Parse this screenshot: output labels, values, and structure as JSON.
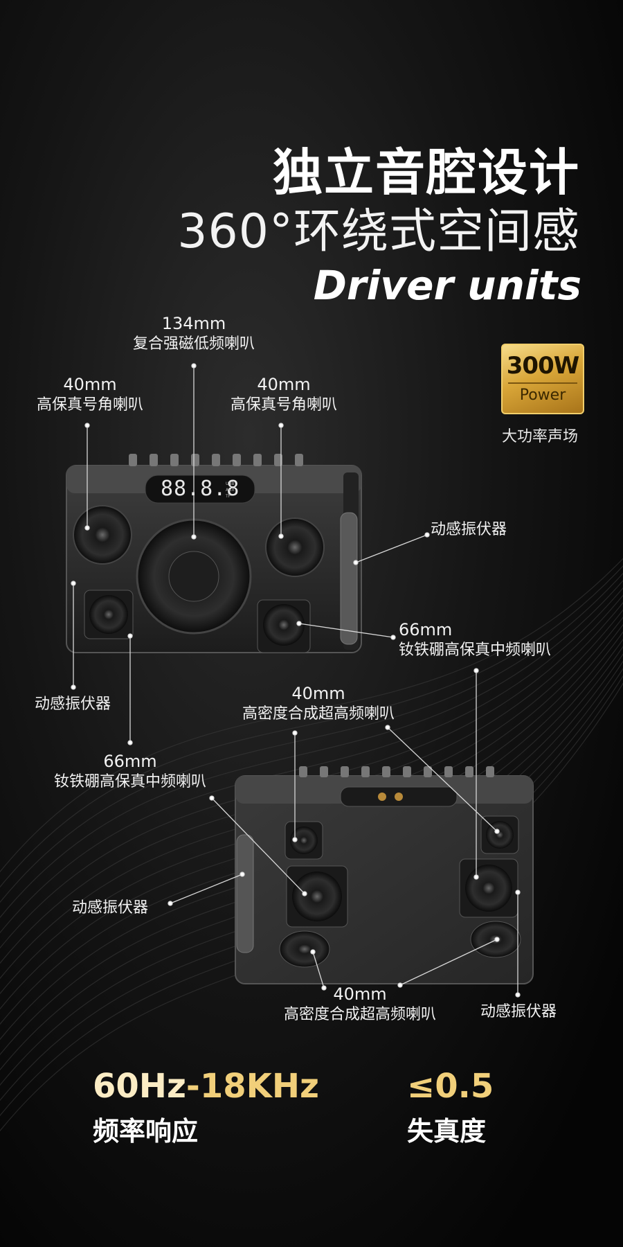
{
  "headline": {
    "cn_bold": "独立音腔设计",
    "cn_light": "360°环绕式空间感",
    "en": "Driver units"
  },
  "badge": {
    "watt": "300W",
    "word": "Power",
    "caption": "大功率声场"
  },
  "display": {
    "digits": "88.8.8",
    "inputs": [
      "USB",
      "AUX",
      "TF"
    ]
  },
  "callouts": {
    "top_woofer": {
      "size": "134mm",
      "name": "复合强磁低频喇叭"
    },
    "top_horn_left": {
      "size": "40mm",
      "name": "高保真号角喇叭"
    },
    "top_horn_right": {
      "size": "40mm",
      "name": "高保真号角喇叭"
    },
    "side_vibrator_right": {
      "name": "动感振伏器"
    },
    "mid_right": {
      "size": "66mm",
      "name": "钕铁硼高保真中频喇叭"
    },
    "vibrator_left": {
      "name": "动感振伏器"
    },
    "mid_left": {
      "size": "66mm",
      "name": "钕铁硼高保真中频喇叭"
    },
    "tweeter_top": {
      "size": "40mm",
      "name": "高密度合成超高频喇叭"
    },
    "back_vibrator_left": {
      "name": "动感振伏器"
    },
    "tweeter_bottom": {
      "size": "40mm",
      "name": "高密度合成超高频喇叭"
    },
    "back_vibrator_right": {
      "name": "动感振伏器"
    }
  },
  "specs": [
    {
      "value_lo": "60Hz",
      "value_hi": "18KHz",
      "label": "频率响应"
    },
    {
      "value": "≤0.5",
      "label": "失真度"
    }
  ],
  "colors": {
    "gold": "#f1cf7a",
    "background": "#0a0a0a",
    "text": "#ffffff"
  }
}
